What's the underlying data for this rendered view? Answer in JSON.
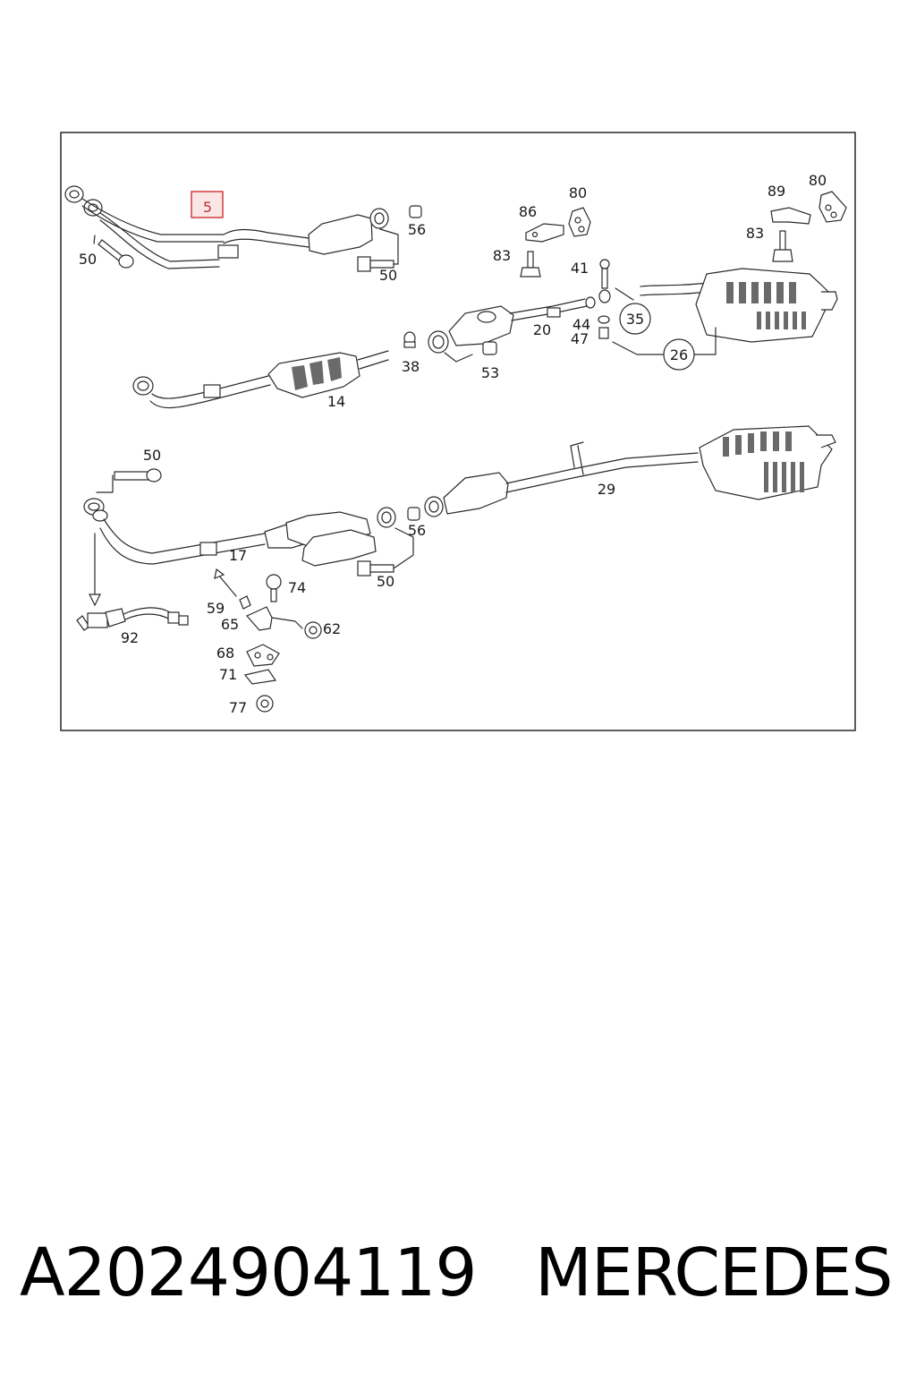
{
  "diagram": {
    "highlighted_callout": "5",
    "callouts": {
      "c50a": "50",
      "c56a": "56",
      "c50b": "50",
      "c86": "86",
      "c80a": "80",
      "c83a": "83",
      "c41": "41",
      "c89": "89",
      "c80b": "80",
      "c83b": "83",
      "c44": "44",
      "c47": "47",
      "c35": "35",
      "c26": "26",
      "c20": "20",
      "c38": "38",
      "c53": "53",
      "c14": "14",
      "c50c": "50",
      "c29": "29",
      "c56b": "56",
      "c17": "17",
      "c50d": "50",
      "c74": "74",
      "c59": "59",
      "c65": "65",
      "c62": "62",
      "c92": "92",
      "c68": "68",
      "c71": "71",
      "c77": "77"
    }
  },
  "caption": {
    "part_number": "A2024904119",
    "brand": "MERCEDES"
  }
}
